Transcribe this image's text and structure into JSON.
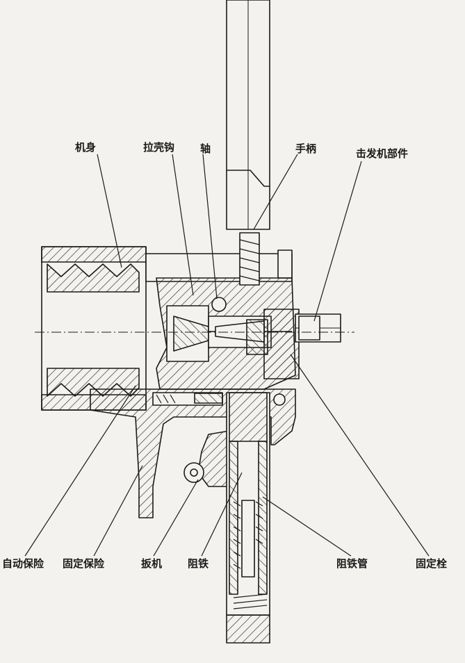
{
  "diagram": {
    "labels": {
      "body": "机身",
      "extractor_hook": "拉壳钩",
      "shaft": "轴",
      "handle": "手柄",
      "firing_assembly": "击发机部件",
      "auto_safety": "自动保险",
      "fixed_safety": "固定保险",
      "trigger": "扳机",
      "stopper": "阻铁",
      "stopper_tube": "阻铁管",
      "fixing_pin": "固定栓"
    }
  },
  "colors": {
    "ink": "#1a1a1a",
    "paper": "#f3f2ee",
    "hatch": "#2a2a2a"
  }
}
